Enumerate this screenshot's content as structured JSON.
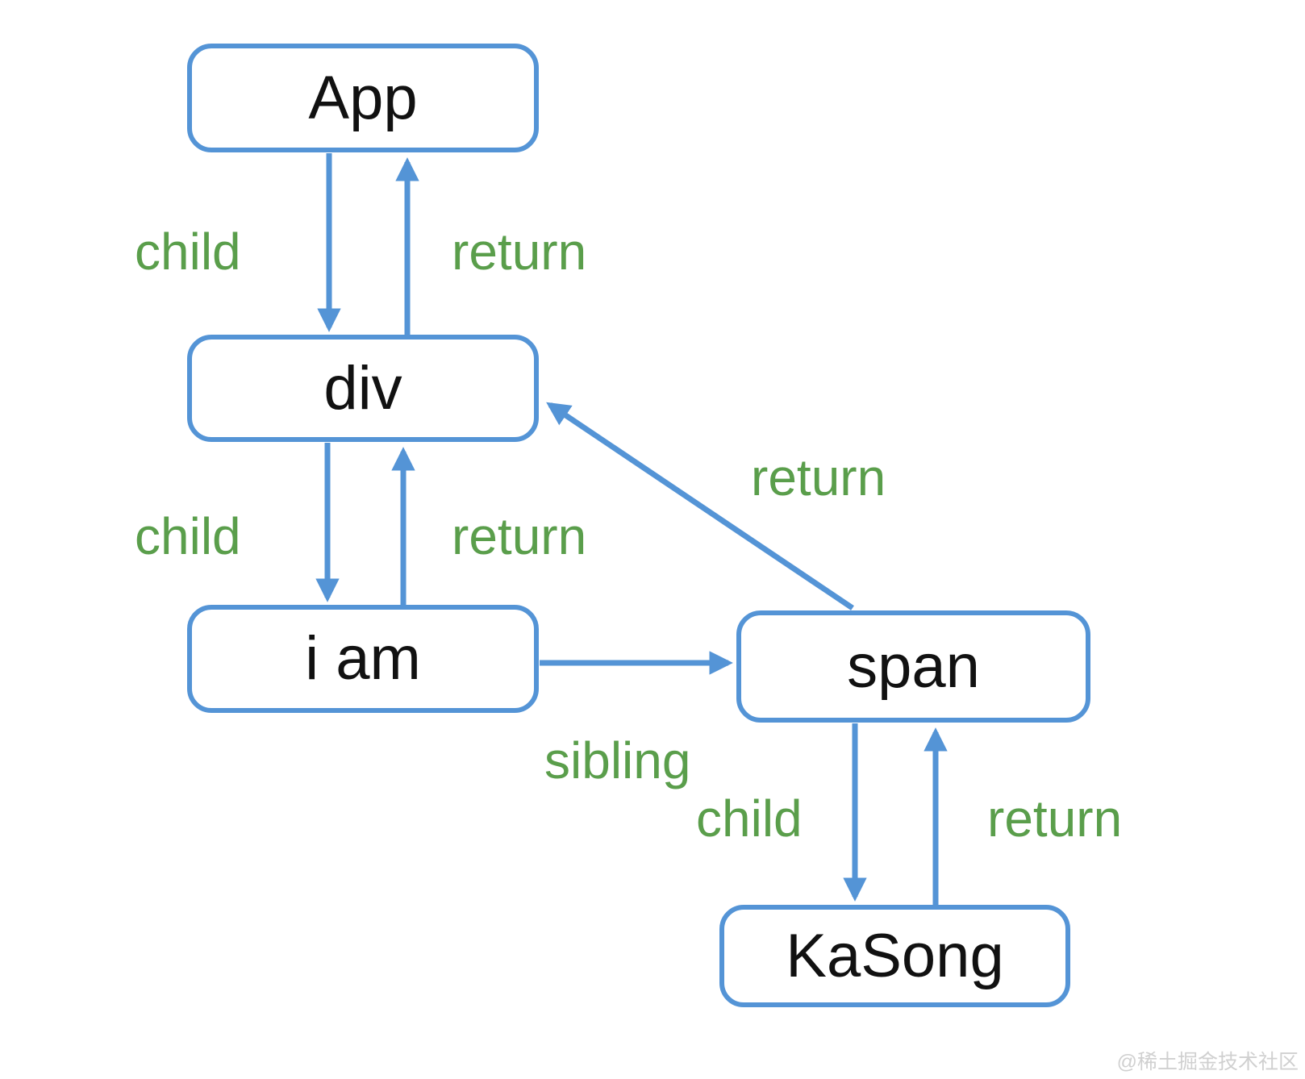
{
  "diagram": {
    "type": "fiber-tree-traversal-diagram",
    "nodes": [
      {
        "id": "app",
        "label": "App"
      },
      {
        "id": "div",
        "label": "div"
      },
      {
        "id": "iam",
        "label": "i am"
      },
      {
        "id": "span",
        "label": "span"
      },
      {
        "id": "kasong",
        "label": "KaSong"
      }
    ],
    "edges": [
      {
        "from": "App",
        "to": "div",
        "label": "child",
        "direction": "down"
      },
      {
        "from": "div",
        "to": "App",
        "label": "return",
        "direction": "up"
      },
      {
        "from": "div",
        "to": "i am",
        "label": "child",
        "direction": "down"
      },
      {
        "from": "i am",
        "to": "div",
        "label": "return",
        "direction": "up"
      },
      {
        "from": "i am",
        "to": "span",
        "label": "sibling",
        "direction": "right"
      },
      {
        "from": "span",
        "to": "div",
        "label": "return",
        "direction": "diagonal-up-left"
      },
      {
        "from": "span",
        "to": "KaSong",
        "label": "child",
        "direction": "down"
      },
      {
        "from": "KaSong",
        "to": "span",
        "label": "return",
        "direction": "up"
      }
    ],
    "colors": {
      "box_border": "#5494d6",
      "arrow": "#5494d6",
      "edge_label": "#5a9e4b",
      "node_text": "#111111"
    }
  },
  "watermark": {
    "text": "@稀土掘金技术社区"
  }
}
